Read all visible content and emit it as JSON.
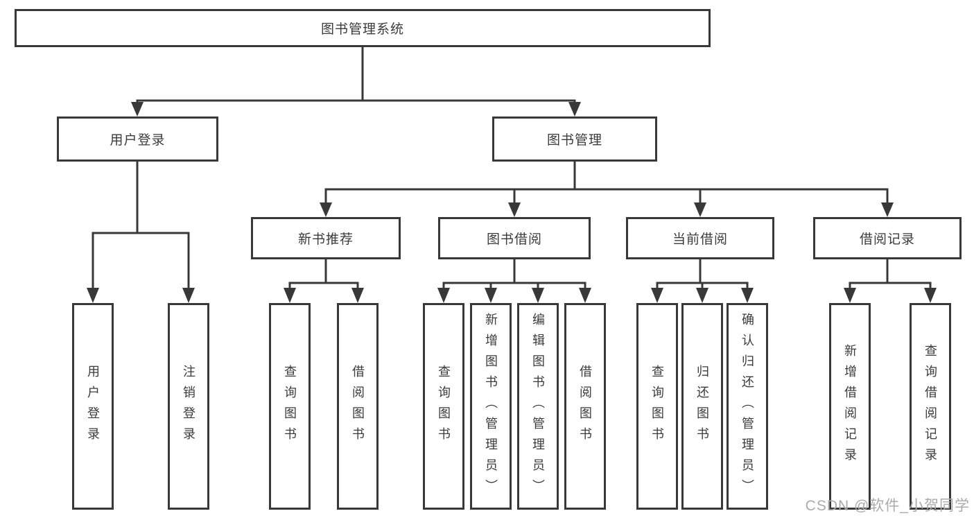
{
  "diagram": {
    "root": {
      "label": "图书管理系统"
    },
    "level2": [
      {
        "label": "用户登录"
      },
      {
        "label": "图书管理"
      }
    ],
    "level3": [
      {
        "label": "新书推荐"
      },
      {
        "label": "图书借阅"
      },
      {
        "label": "当前借阅"
      },
      {
        "label": "借阅记录"
      }
    ],
    "leaves": [
      {
        "label": "用户登录"
      },
      {
        "label": "注销登录"
      },
      {
        "label": "查询图书"
      },
      {
        "label": "借阅图书"
      },
      {
        "label": "查询图书"
      },
      {
        "label": "新增图书（管理员）"
      },
      {
        "label": "编辑图书（管理员）"
      },
      {
        "label": "借阅图书"
      },
      {
        "label": "查询图书"
      },
      {
        "label": "归还图书"
      },
      {
        "label": "确认归还（管理员）"
      },
      {
        "label": "新增借阅记录"
      },
      {
        "label": "查询借阅记录"
      }
    ],
    "watermark": "CSDN @软件_小贺同学",
    "colors": {
      "line": "#383838",
      "box_border": "#383838",
      "text": "#3b3b3b",
      "watermark": "#ababab",
      "background": "#ffffff"
    }
  }
}
